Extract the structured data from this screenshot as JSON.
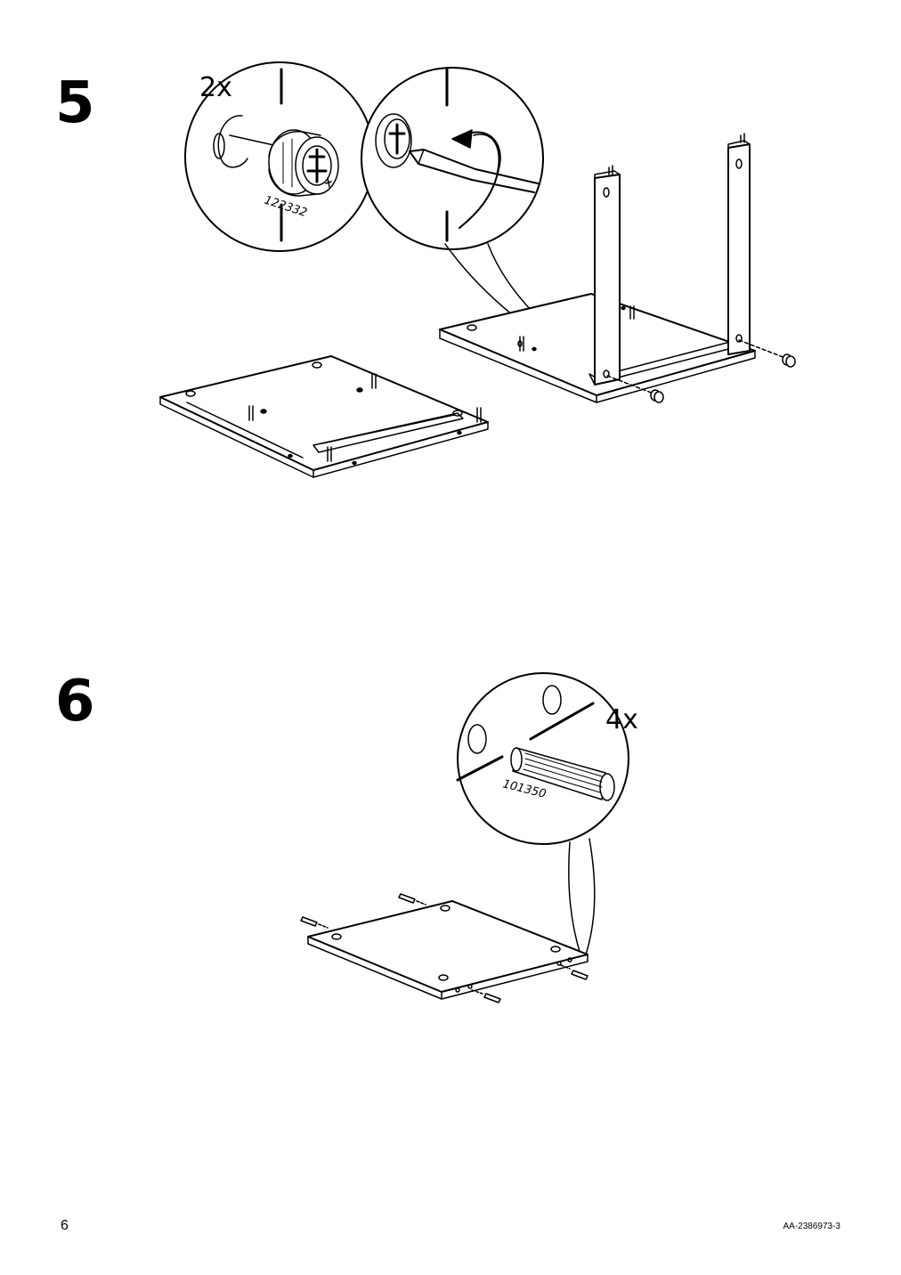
{
  "steps": [
    {
      "number": "5",
      "callout_quantity": "2x",
      "part_number": "122332",
      "parts": [
        "cam-lock",
        "screwdriver",
        "side-leg",
        "cam-lock-fitting"
      ]
    },
    {
      "number": "6",
      "callout_quantity": "4x",
      "part_number": "101350",
      "parts": [
        "wooden-dowel",
        "shelf-panel"
      ]
    }
  ],
  "footer": {
    "page_number": "6",
    "document_code": "AA-2386973-3"
  }
}
